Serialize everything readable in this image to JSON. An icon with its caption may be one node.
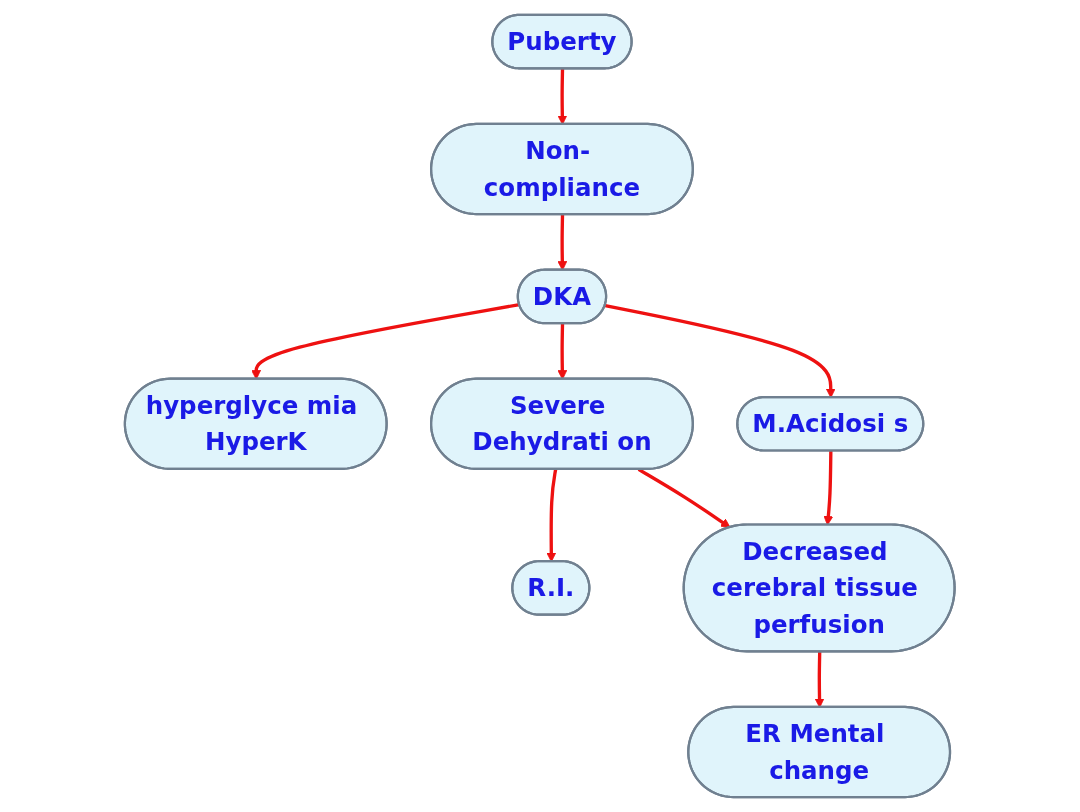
{
  "diagram": {
    "nodes": [
      {
        "text": [
          "Non- compliance"
        ]
      },
      {
        "text": [
          "Puberty"
        ]
      },
      {
        "text": [
          "DKA"
        ]
      },
      {
        "text": [
          "hyperglyce mia HyperK"
        ]
      },
      {
        "text": [
          "Severe Dehydrati on"
        ]
      },
      {
        "text": [
          "R.I."
        ]
      },
      {
        "text": [
          "M.Acidosi s"
        ]
      },
      {
        "text": [
          "Decreased cerebral tissue perfusion"
        ]
      },
      {
        "text": [
          "ER Mental change"
        ]
      }
    ],
    "edges": [
      {
        "from": 1,
        "to": 0,
        "arrow": "to"
      },
      {
        "from": 0,
        "to": 2,
        "arrow": "to"
      },
      {
        "from": 2,
        "to": 3,
        "arrow": "to"
      },
      {
        "from": 2,
        "to": 4,
        "arrow": "to"
      },
      {
        "from": 2,
        "to": 6,
        "arrow": "to"
      },
      {
        "from": 4,
        "to": 5,
        "arrow": "to"
      },
      {
        "from": 4,
        "to": 7,
        "arrow": "to"
      },
      {
        "from": 6,
        "to": 7,
        "arrow": "to"
      },
      {
        "from": 7,
        "to": 8,
        "arrow": "to"
      }
    ]
  }
}
